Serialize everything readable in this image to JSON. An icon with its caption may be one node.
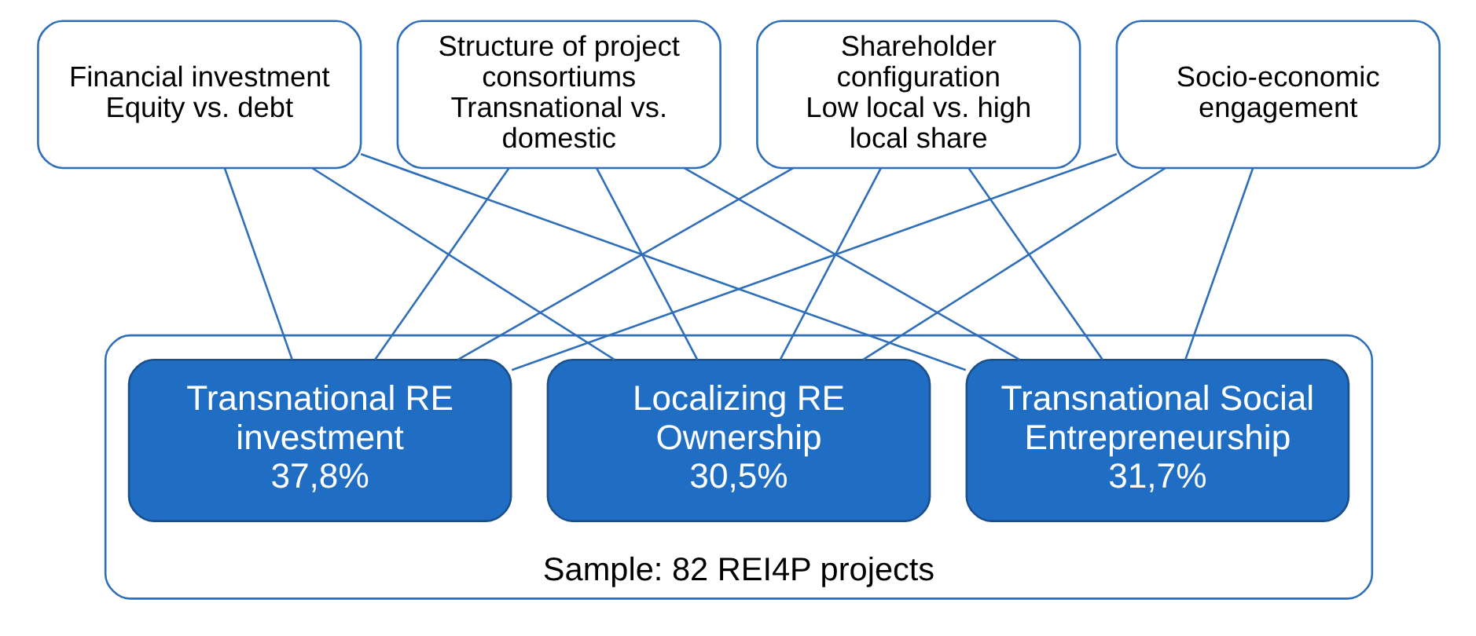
{
  "diagram": {
    "nodes": [
      {
        "text": [
          "Financial investment",
          "Equity vs. debt"
        ]
      },
      {
        "text": [
          "Structure of project consortiums",
          "Transnational vs. domestic"
        ]
      },
      {
        "text": [
          "Shareholder configuration",
          "Low local vs. high local share"
        ]
      },
      {
        "text": [
          "Socio-economic engagement"
        ]
      },
      {
        "text": [
          "Sample: 82 REI4P projects"
        ]
      },
      {
        "text": [
          "Transnational RE investment",
          "37,8%"
        ],
        "in": 4
      },
      {
        "text": [
          "Transnational Social Entrepreneurship",
          "31,7%"
        ],
        "in": 4
      },
      {
        "text": [
          "Localizing RE Ownership",
          "30,5%"
        ],
        "in": 4
      }
    ],
    "edges": [
      {
        "from": 0,
        "to": 5,
        "arrow": "none"
      },
      {
        "from": 0,
        "to": 6,
        "arrow": "none"
      },
      {
        "from": 0,
        "to": 7,
        "arrow": "none"
      },
      {
        "from": 1,
        "to": 5,
        "arrow": "none"
      },
      {
        "from": 1,
        "to": 6,
        "arrow": "none"
      },
      {
        "from": 1,
        "to": 7,
        "arrow": "none"
      },
      {
        "from": 2,
        "to": 5,
        "arrow": "none"
      },
      {
        "from": 2,
        "to": 6,
        "arrow": "none"
      },
      {
        "from": 2,
        "to": 7,
        "arrow": "none"
      },
      {
        "from": 3,
        "to": 5,
        "arrow": "none"
      },
      {
        "from": 3,
        "to": 6,
        "arrow": "none"
      },
      {
        "from": 3,
        "to": 7,
        "arrow": "none"
      }
    ]
  }
}
